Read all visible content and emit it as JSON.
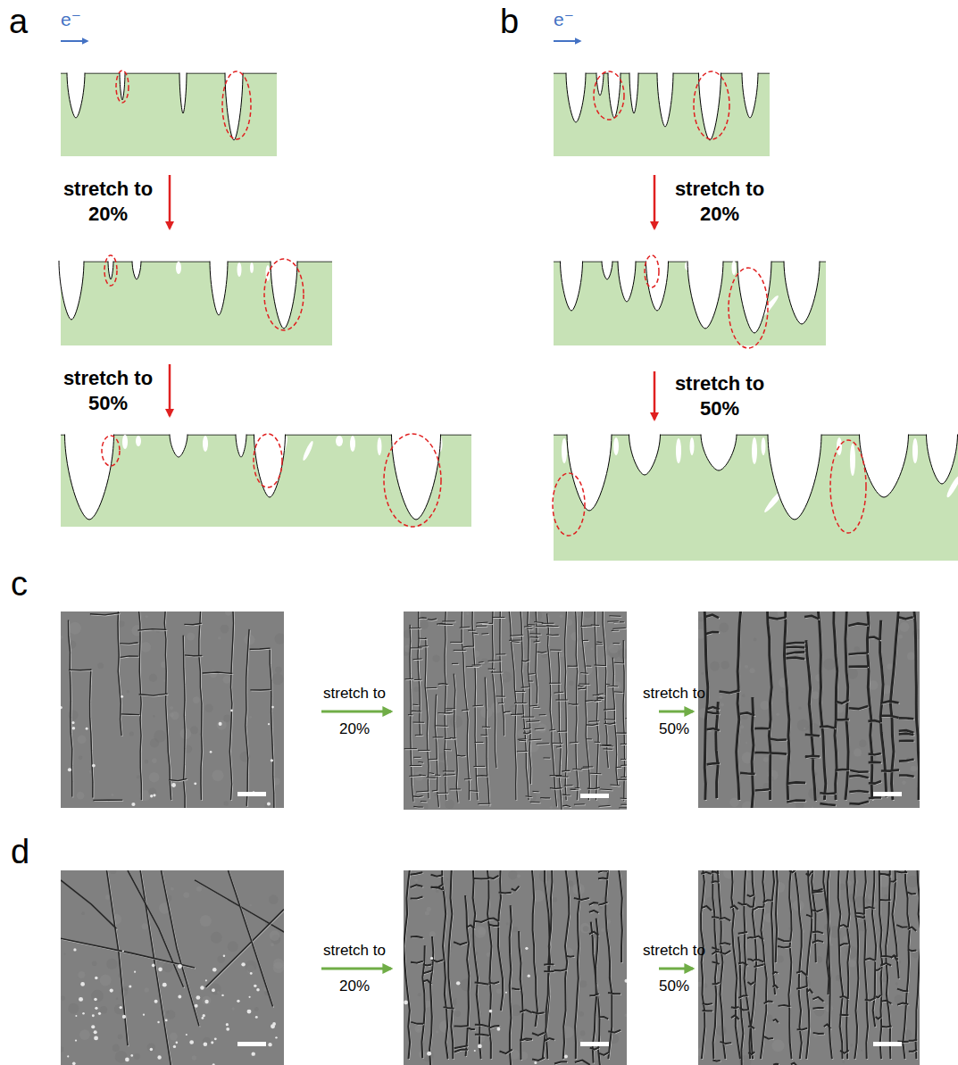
{
  "diagram": {
    "labels": [
      "a",
      "e⁻",
      "stretch to 20%",
      "stretch to 50%",
      "b",
      "e⁻",
      "stretch to 20%",
      "stretch to 50%",
      "c",
      "stretch to 20%",
      "stretch to 50%",
      "d",
      "stretch to 20%",
      "stretch to 50%"
    ]
  }
}
